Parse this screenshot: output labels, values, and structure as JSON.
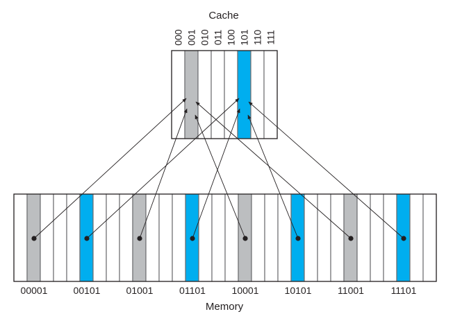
{
  "title": "Cache",
  "footer_label": "Memory",
  "colors": {
    "highlight_gray": "#bcbec0",
    "highlight_blue": "#00aeef",
    "cell_border": "#6d6e71",
    "outline": "#231f20",
    "arrow": "#231f20"
  },
  "cache": {
    "slots": [
      "000",
      "001",
      "010",
      "011",
      "100",
      "101",
      "110",
      "111"
    ],
    "highlights": [
      {
        "index": 1,
        "color": "gray"
      },
      {
        "index": 5,
        "color": "blue"
      }
    ]
  },
  "memory": {
    "block_count": 32,
    "highlighted_blocks": [
      {
        "index": 1,
        "address": "00001",
        "color": "gray",
        "maps_to_slot": "001"
      },
      {
        "index": 5,
        "address": "00101",
        "color": "blue",
        "maps_to_slot": "101"
      },
      {
        "index": 9,
        "address": "01001",
        "color": "gray",
        "maps_to_slot": "001"
      },
      {
        "index": 13,
        "address": "01101",
        "color": "blue",
        "maps_to_slot": "101"
      },
      {
        "index": 17,
        "address": "10001",
        "color": "gray",
        "maps_to_slot": "001"
      },
      {
        "index": 21,
        "address": "10101",
        "color": "blue",
        "maps_to_slot": "101"
      },
      {
        "index": 25,
        "address": "11001",
        "color": "gray",
        "maps_to_slot": "001"
      },
      {
        "index": 29,
        "address": "11101",
        "color": "blue",
        "maps_to_slot": "101"
      }
    ]
  }
}
